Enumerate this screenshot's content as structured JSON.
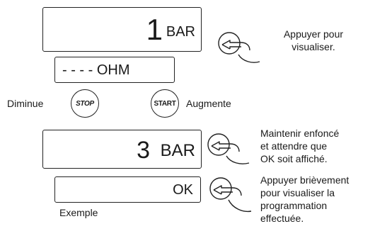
{
  "display_top": {
    "value": "1",
    "unit": "BAR"
  },
  "display_ohm": {
    "text": "- - - - OHM"
  },
  "controls": {
    "stop_label": "STOP",
    "start_label": "START",
    "left_label": "Diminue",
    "right_label": "Augmente"
  },
  "display_mid": {
    "value": "3",
    "unit": "BAR"
  },
  "display_ok": {
    "text": "OK"
  },
  "caption": "Exemple",
  "instructions": {
    "view": [
      "Appuyer pour",
      "visualiser."
    ],
    "hold": [
      "Maintenir enfoncé",
      "et attendre que",
      "OK soit affiché."
    ],
    "brief": [
      "Appuyer brièvement",
      "pour visualiser la",
      "programmation",
      "effectuée."
    ]
  },
  "icons": [
    "finger-press-icon",
    "finger-hold-icon",
    "finger-brief-icon"
  ]
}
